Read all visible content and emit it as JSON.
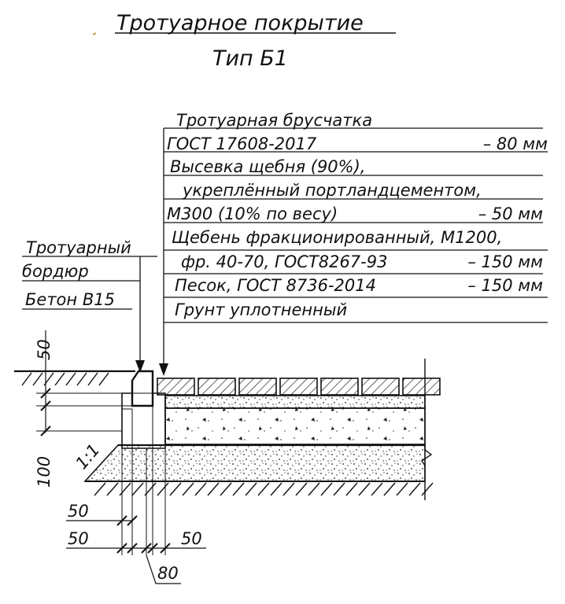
{
  "title": {
    "line1": "Тротуарное покрытие",
    "line2": "Тип Б1"
  },
  "layers": [
    {
      "text": "Тротуарная брусчатка",
      "thickness": ""
    },
    {
      "text": "ГОСТ 17608-2017",
      "thickness": "– 80 мм"
    },
    {
      "text": "Высевка щебня (90%),",
      "thickness": ""
    },
    {
      "text": "укреплённый портландцементом,",
      "thickness": ""
    },
    {
      "text": "М300 (10%  по весу)",
      "thickness": "– 50 мм"
    },
    {
      "text": "Щебень фракционированный, М1200,",
      "thickness": ""
    },
    {
      "text": "фр. 40-70, ГОСТ8267-93",
      "thickness": "– 150 мм"
    },
    {
      "text": "Песок, ГОСТ 8736-2014",
      "thickness": "– 150 мм"
    },
    {
      "text": "Грунт уплотненный",
      "thickness": ""
    }
  ],
  "curb": {
    "line1": "Тротуарный",
    "line2": "бордюр",
    "line3": "Бетон В15"
  },
  "dimensions": {
    "top_left": "50",
    "left_vertical": "100",
    "slope": "1:1",
    "bottom_1": "50",
    "bottom_2": "50",
    "bottom_right": "50",
    "bottom_center": "80"
  }
}
